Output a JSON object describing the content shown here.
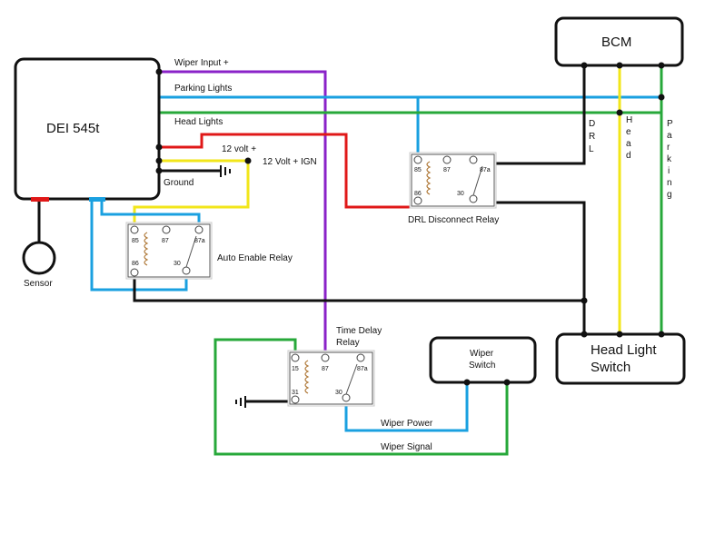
{
  "labels": {
    "dei": "DEI 545t",
    "bcm": "BCM",
    "headlight_switch_line1": "Head Light",
    "headlight_switch_line2": "Switch",
    "wiper_switch_line1": "Wiper",
    "wiper_switch_line2": "Switch",
    "sensor": "Sensor",
    "wiper_input": "Wiper Input +",
    "parking_lights": "Parking Lights",
    "head_lights": "Head Lights",
    "twelve_volt": "12 volt +",
    "twelve_volt_ign": "12 Volt + IGN",
    "ground": "Ground",
    "drl_relay": "DRL Disconnect Relay",
    "auto_relay": "Auto Enable Relay",
    "time_delay_line1": "Time Delay",
    "time_delay_line2": "Relay",
    "wiper_power": "Wiper Power",
    "wiper_signal": "Wiper Signal",
    "drl_vertical": [
      "D",
      "R",
      "L"
    ],
    "head_vertical": [
      "H",
      "e",
      "a",
      "d"
    ],
    "parking_vertical": [
      "P",
      "a",
      "r",
      "k",
      "i",
      "n",
      "g"
    ]
  },
  "pins": {
    "p85": "85",
    "p86": "86",
    "p87": "87",
    "p87a": "87a",
    "p30": "30",
    "p15": "15",
    "p31": "31"
  },
  "wire_colors": {
    "purple": "#8a22c8",
    "blue": "#1aa0e0",
    "green": "#27a83a",
    "red": "#e01818",
    "yellow": "#f2e61a",
    "black": "#111111",
    "sensor_tab": "#e01818"
  }
}
